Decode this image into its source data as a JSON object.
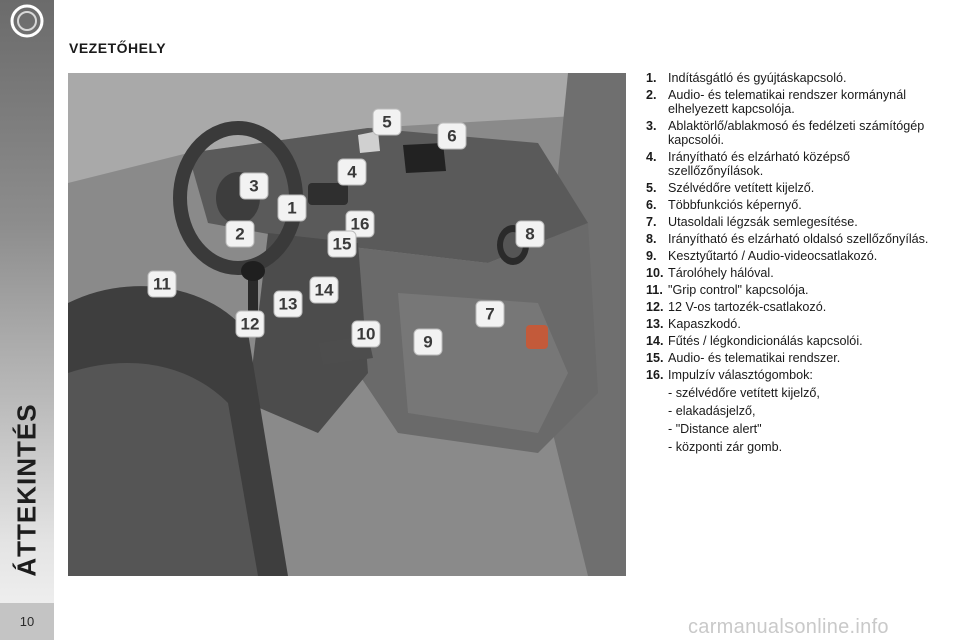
{
  "sidebar": {
    "section_title": "ÁTTEKINTÉS",
    "page_number": "10"
  },
  "page": {
    "title": "VEZETŐHELY"
  },
  "figure": {
    "callouts": [
      "1",
      "2",
      "3",
      "4",
      "5",
      "6",
      "7",
      "8",
      "9",
      "10",
      "11",
      "12",
      "13",
      "14",
      "15",
      "16"
    ]
  },
  "legend": [
    {
      "num": "1.",
      "text": "Indításgátló és gyújtáskapcsoló."
    },
    {
      "num": "2.",
      "text": "Audio- és telematikai rendszer kormánynál elhelyezett kapcsolója."
    },
    {
      "num": "3.",
      "text": "Ablaktörlő/ablakmosó és fedélzeti számítógép kapcsolói."
    },
    {
      "num": "4.",
      "text": "Irányítható és elzárható középső szellőzőnyílások."
    },
    {
      "num": "5.",
      "text": "Szélvédőre vetített kijelző."
    },
    {
      "num": "6.",
      "text": "Többfunkciós képernyő."
    },
    {
      "num": "7.",
      "text": "Utasoldali légzsák semlegesítése."
    },
    {
      "num": "8.",
      "text": "Irányítható és elzárható oldalsó szellőzőnyílás."
    },
    {
      "num": "9.",
      "text": "Kesztyűtartó / Audio-videocsatlakozó."
    },
    {
      "num": "10.",
      "text": "Tárolóhely hálóval."
    },
    {
      "num": "11.",
      "text": "\"Grip control\" kapcsolója."
    },
    {
      "num": "12.",
      "text": "12 V-os tartozék-csatlakozó."
    },
    {
      "num": "13.",
      "text": "Kapaszkodó."
    },
    {
      "num": "14.",
      "text": "Fűtés / légkondicionálás kapcsolói."
    },
    {
      "num": "15.",
      "text": "Audio- és telematikai rendszer."
    },
    {
      "num": "16.",
      "text": "Impulzív választógombok:"
    }
  ],
  "legend_sub": [
    "- szélvédőre vetített kijelző,",
    "- elakadásjelző,",
    "- \"Distance alert\"",
    "- központi zár gomb."
  ],
  "watermark": "carmanualsonline.info"
}
